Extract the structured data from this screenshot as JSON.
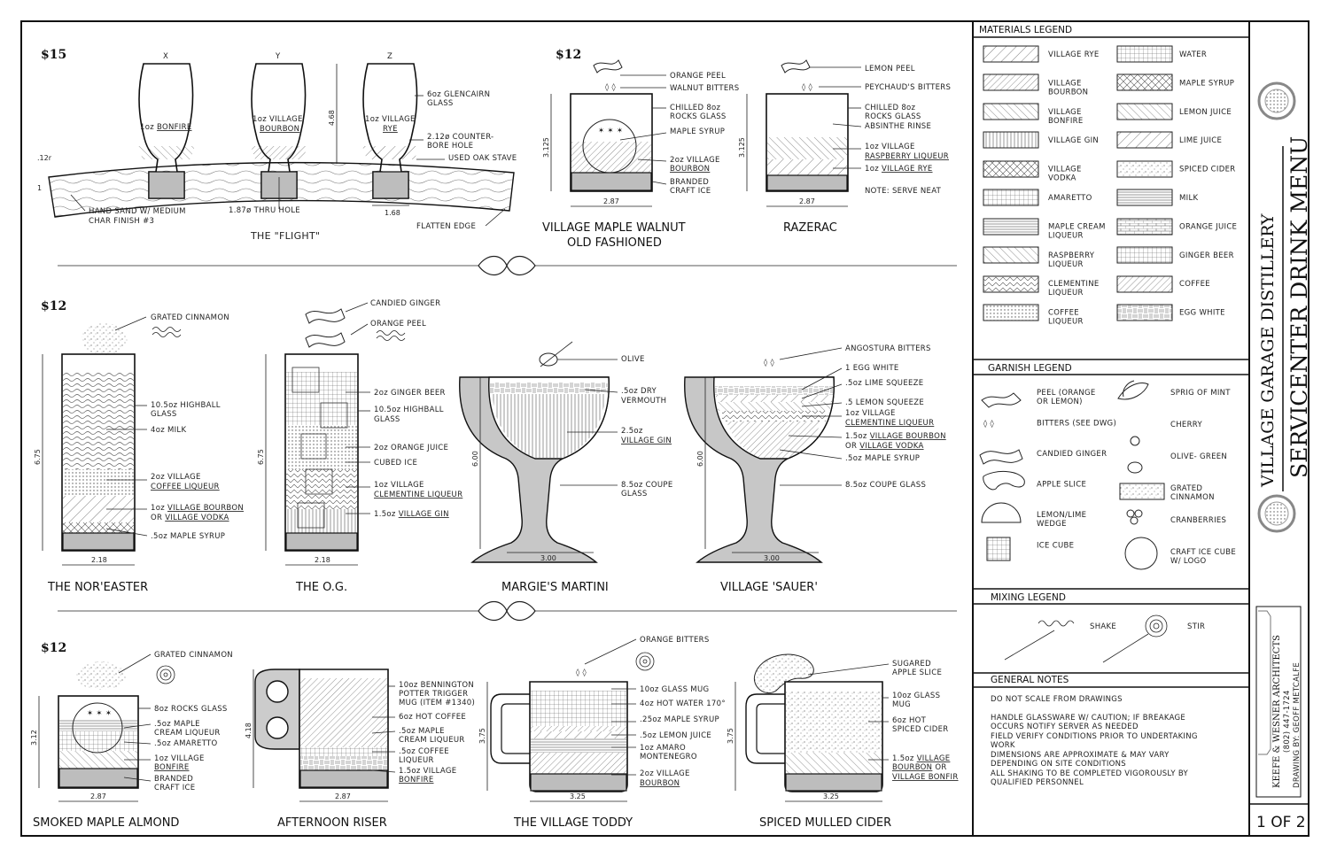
{
  "drawing": {
    "title_line1": "VILLAGE GARAGE DISTILLERY",
    "title_line2": "SERVICENTER DRINK MENU",
    "architect": "KEEFE & WESNER ARCHITECTS",
    "phone": "(802) 447-1724",
    "drawn_by": "DRAWING BY: GEOFF METCALFE",
    "sheet": "1 OF 2"
  },
  "flight": {
    "price": "$15",
    "title": "THE \"FLIGHT\"",
    "cols": [
      "X",
      "Y",
      "Z"
    ],
    "pours": [
      [
        "1oz ",
        "BONFIRE"
      ],
      [
        "1oz VILLAGE",
        "BOURBON"
      ],
      [
        "1oz VILLAGE",
        "RYE"
      ]
    ],
    "notes": [
      "6oz GLENCAIRN",
      "GLASS",
      "2.12ø COUNTER-",
      "BORE HOLE",
      "USED OAK STAVE",
      "HAND SAND W/ MEDIUM",
      "CHAR FINISH #3",
      "1.87ø THRU HOLE",
      "FLATTEN EDGE"
    ],
    "dims": [
      ".12r",
      "4.68",
      "1.68",
      "1"
    ]
  },
  "maple_old_fashioned": {
    "price": "$12",
    "title1": "VILLAGE MAPLE WALNUT",
    "title2": "OLD FASHIONED",
    "notes": [
      "ORANGE PEEL",
      "WALNUT BITTERS",
      "CHILLED 8oz",
      "ROCKS GLASS",
      "MAPLE SYRUP",
      "2oz VILLAGE",
      "BOURBON",
      "BRANDED",
      "CRAFT ICE"
    ],
    "dims": [
      "3.125",
      "2.87"
    ]
  },
  "razerac": {
    "title": "RAZERAC",
    "notes": [
      "LEMON PEEL",
      "PEYCHAUD'S BITTERS",
      "CHILLED 8oz",
      "ROCKS GLASS",
      "ABSINTHE RINSE",
      "1oz VILLAGE",
      "RASPBERRY LIQUEUR",
      "1oz VILLAGE RYE",
      "NOTE: SERVE NEAT"
    ],
    "dims": [
      "3.125",
      "2.87"
    ]
  },
  "row2_price": "$12",
  "noreaster": {
    "title": "THE NOR'EASTER",
    "notes": [
      "GRATED CINNAMON",
      "10.5oz HIGHBALL",
      "GLASS",
      "4oz MILK",
      "2oz VILLAGE",
      "COFFEE LIQUEUR",
      "1oz VILLAGE BOURBON",
      "OR VILLAGE VODKA",
      ".5oz MAPLE SYRUP"
    ],
    "dims": [
      "6.75",
      "2.18"
    ]
  },
  "og": {
    "title": "THE O.G.",
    "notes": [
      "CANDIED GINGER",
      "ORANGE PEEL",
      "2oz GINGER BEER",
      "10.5oz HIGHBALL",
      "GLASS",
      "2oz ORANGE JUICE",
      "CUBED ICE",
      "1oz VILLAGE",
      "CLEMENTINE LIQUEUR",
      "1.5oz VILLAGE GIN"
    ],
    "dims": [
      "6.75",
      "2.18"
    ]
  },
  "martini": {
    "title": "MARGIE'S MARTINI",
    "notes": [
      "OLIVE",
      ".5oz DRY",
      "VERMOUTH",
      "2.5oz",
      "VILLAGE GIN",
      "8.5oz COUPE",
      "GLASS"
    ],
    "dims": [
      "6.00",
      "3.00"
    ]
  },
  "sauer": {
    "title": "VILLAGE 'SAUER'",
    "notes": [
      "ANGOSTURA BITTERS",
      "1 EGG WHITE",
      ".5oz LIME SQUEEZE",
      ".5 LEMON SQUEEZE",
      "1oz VILLAGE",
      "CLEMENTINE LIQUEUR",
      "1.5oz VILLAGE BOURBON",
      "OR VILLAGE VODKA",
      ".5oz MAPLE SYRUP",
      "8.5oz COUPE GLASS"
    ],
    "dims": [
      "6.00",
      "3.00"
    ]
  },
  "row3_price": "$12",
  "smoked": {
    "title": "SMOKED MAPLE ALMOND",
    "notes": [
      "GRATED CINNAMON",
      "8oz ROCKS GLASS",
      ".5oz MAPLE",
      "CREAM LIQUEUR",
      ".5oz AMARETTO",
      "1oz VILLAGE",
      "BONFIRE",
      "BRANDED",
      "CRAFT ICE"
    ],
    "dims": [
      "3.12",
      "2.87"
    ]
  },
  "riser": {
    "title": "AFTERNOON RISER",
    "notes": [
      "10oz BENNINGTON",
      "POTTER TRIGGER",
      "MUG (ITEM #1340)",
      "6oz HOT COFFEE",
      ".5oz MAPLE",
      "CREAM LIQUEUR",
      ".5oz COFFEE",
      "LIQUEUR",
      "1.5oz VILLAGE",
      "BONFIRE"
    ],
    "dims": [
      "4.18",
      "2.87"
    ]
  },
  "toddy": {
    "title": "THE VILLAGE TODDY",
    "notes": [
      "ORANGE BITTERS",
      "10oz GLASS MUG",
      "4oz HOT WATER 170°",
      ".25oz MAPLE SYRUP",
      ".5oz LEMON JUICE",
      "1oz AMARO",
      "MONTENEGRO",
      "2oz VILLAGE",
      "BOURBON"
    ],
    "dims": [
      "3.75",
      "3.25"
    ]
  },
  "cider": {
    "title": "SPICED MULLED CIDER",
    "notes": [
      "SUGARED",
      "APPLE SLICE",
      "10oz GLASS",
      "MUG",
      "6oz HOT",
      "SPICED CIDER",
      "1.5oz VILLAGE",
      "BOURBON OR",
      "VILLAGE BONFIR"
    ],
    "dims": [
      "3.75",
      "3.25"
    ]
  },
  "materials_legend": {
    "heading": "MATERIALS LEGEND",
    "left": [
      [
        "VILLAGE RYE"
      ],
      [
        "VILLAGE",
        "BOURBON"
      ],
      [
        "VILLAGE",
        "BONFIRE"
      ],
      [
        "VILLAGE GIN"
      ],
      [
        "VILLAGE",
        "VODKA"
      ],
      [
        "AMARETTO"
      ],
      [
        "MAPLE CREAM",
        "LIQUEUR"
      ],
      [
        "RASPBERRY",
        "LIQUEUR"
      ],
      [
        "CLEMENTINE",
        "LIQUEUR"
      ],
      [
        "COFFEE",
        "LIQUEUR"
      ]
    ],
    "right": [
      [
        "WATER"
      ],
      [
        "MAPLE SYRUP"
      ],
      [
        "LEMON JUICE"
      ],
      [
        "LIME JUICE"
      ],
      [
        "SPICED CIDER"
      ],
      [
        "MILK"
      ],
      [
        "ORANGE JUICE"
      ],
      [
        "GINGER BEER"
      ],
      [
        "COFFEE"
      ],
      [
        "EGG WHITE"
      ]
    ]
  },
  "garnish_legend": {
    "heading": "GARNISH LEGEND",
    "left": [
      [
        "PEEL (ORANGE",
        "OR LEMON)"
      ],
      [
        "BITTERS (SEE DWG)"
      ],
      [
        "CANDIED GINGER"
      ],
      [
        "APPLE SLICE"
      ],
      [
        "LEMON/LIME",
        "WEDGE"
      ],
      [
        "ICE CUBE"
      ]
    ],
    "right": [
      [
        "SPRIG OF MINT"
      ],
      [
        "CHERRY"
      ],
      [
        "OLIVE- GREEN"
      ],
      [
        "GRATED",
        "CINNAMON"
      ],
      [
        "CRANBERRIES"
      ],
      [
        "CRAFT ICE CUBE",
        "W/ LOGO"
      ]
    ]
  },
  "mixing_legend": {
    "heading": "MIXING LEGEND",
    "shake": "SHAKE",
    "stir": "STIR"
  },
  "general_notes": {
    "heading": "GENERAL NOTES",
    "items": [
      [
        "DO NOT SCALE FROM DRAWINGS"
      ],
      [
        "HANDLE GLASSWARE W/ CAUTION; IF BREAKAGE",
        "OCCURS NOTIFY SERVER AS NEEDED"
      ],
      [
        "FIELD VERIFY CONDITIONS PRIOR TO UNDERTAKING",
        "WORK"
      ],
      [
        "DIMENSIONS ARE APPROXIMATE & MAY VARY",
        "DEPENDING ON SITE CONDITIONS"
      ],
      [
        "ALL SHAKING TO BE COMPLETED VIGOROUSLY BY",
        "QUALIFIED PERSONNEL"
      ]
    ]
  }
}
